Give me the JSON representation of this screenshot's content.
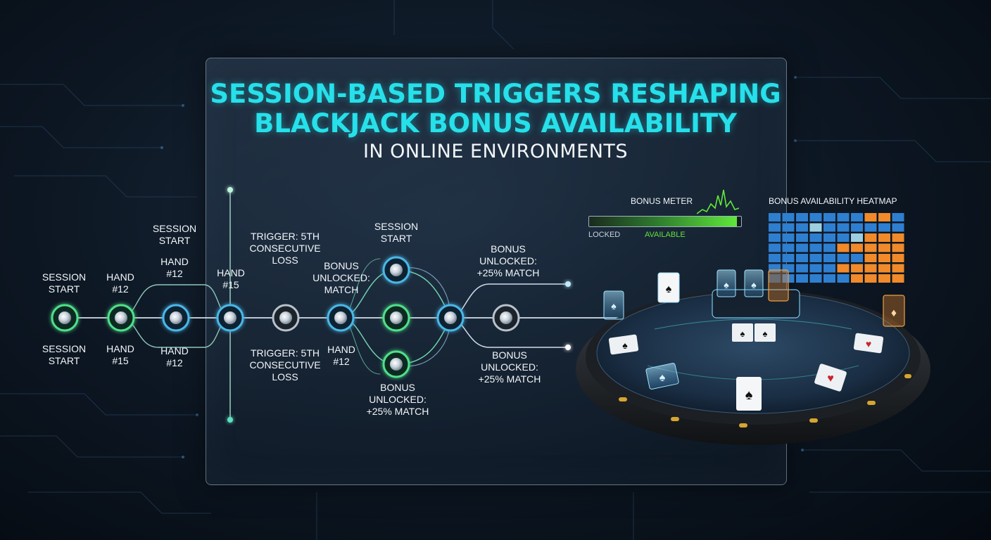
{
  "title": {
    "line1": "SESSION-BASED TRIGGERS RESHAPING",
    "line2": "BLACKJACK BONUS AVAILABILITY",
    "line3": "IN ONLINE ENVIRONMENTS"
  },
  "flow": {
    "labels": [
      "SESSION\nSTART",
      "SESSION\nSTART",
      "HAND\n#12",
      "HAND\n#15",
      "SESSION\nSTART",
      "HAND\n#12",
      "HAND\n#12",
      "HAND\n#15",
      "TRIGGER: 5th\nCONSECUTIVE\nLOSS",
      "TRIGGER: 5th\nCONSECUTIVE\nLOSS",
      "SESSION\nSTART",
      "BONUS\nUNLOCKED:\nMATCH",
      "HAND\n#12",
      "BONUS\nUNLOCKED:\n+25% MATCH",
      "BONUS\nUNLOCKED:\n+25% MATCH",
      "BONUS\nUNLOCKED:\n+25% MATCH"
    ]
  },
  "meter": {
    "title": "BONUS METER",
    "locked": "LOCKED",
    "available": "AVAILABLE",
    "fill_fraction": 0.97
  },
  "heatmap": {
    "title": "BONUS AVAILABILITY HEATMAP",
    "colors": {
      "blue": "#2f7fd0",
      "orange": "#f08a2a",
      "light": "#9ecfe0",
      "dim": "#1f5f9a"
    },
    "grid": [
      [
        "b",
        "b",
        "b",
        "b",
        "b",
        "b",
        "b",
        "o",
        "o",
        "b"
      ],
      [
        "b",
        "b",
        "b",
        "l",
        "b",
        "b",
        "b",
        "b",
        "b",
        "b"
      ],
      [
        "b",
        "b",
        "b",
        "b",
        "b",
        "b",
        "l",
        "o",
        "o",
        "o"
      ],
      [
        "b",
        "b",
        "b",
        "b",
        "b",
        "o",
        "o",
        "o",
        "o",
        "o"
      ],
      [
        "b",
        "b",
        "b",
        "b",
        "b",
        "b",
        "b",
        "o",
        "o",
        "o"
      ],
      [
        "b",
        "b",
        "b",
        "b",
        "b",
        "o",
        "o",
        "o",
        "o",
        "o"
      ],
      [
        "d",
        "b",
        "b",
        "b",
        "b",
        "b",
        "o",
        "o",
        "o",
        "o"
      ]
    ]
  },
  "colors": {
    "accent_cyan": "#26e0ea",
    "node_green": "#4fe08a",
    "node_blue": "#4ab8e8",
    "node_grey": "#b8c2cc"
  }
}
